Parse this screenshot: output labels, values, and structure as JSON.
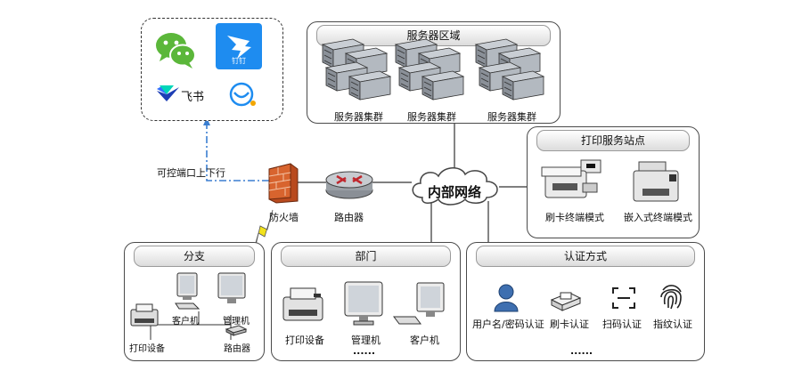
{
  "apps": {
    "dingtalk_text": "钉钉",
    "feishu_text": "飞书",
    "port_label": "可控端口上下行"
  },
  "server_area": {
    "title": "服务器区域",
    "cluster_labels": [
      "服务器集群",
      "服务器集群",
      "服务器集群"
    ]
  },
  "print_station": {
    "title": "打印服务站点",
    "mode1": "刷卡终端模式",
    "mode2": "嵌入式终端模式"
  },
  "network": {
    "firewall": "防火墙",
    "router": "路由器",
    "internal_network": "内部网络"
  },
  "branch": {
    "title": "分支",
    "client": "客户机",
    "manager": "管理机",
    "printer": "打印设备",
    "router": "路由器"
  },
  "department": {
    "title": "部门",
    "printer": "打印设备",
    "manager": "管理机",
    "client": "客户机",
    "more": "......"
  },
  "auth": {
    "title": "认证方式",
    "methods": [
      "用户名/密码认证",
      "刷卡认证",
      "扫码认证",
      "指纹认证"
    ],
    "more": "......"
  },
  "colors": {
    "wechat": "#5bb73a",
    "dingtalk": "#1e8cf0",
    "dash_blue": "#3b7fd1",
    "lightning": "#f2e21c"
  }
}
